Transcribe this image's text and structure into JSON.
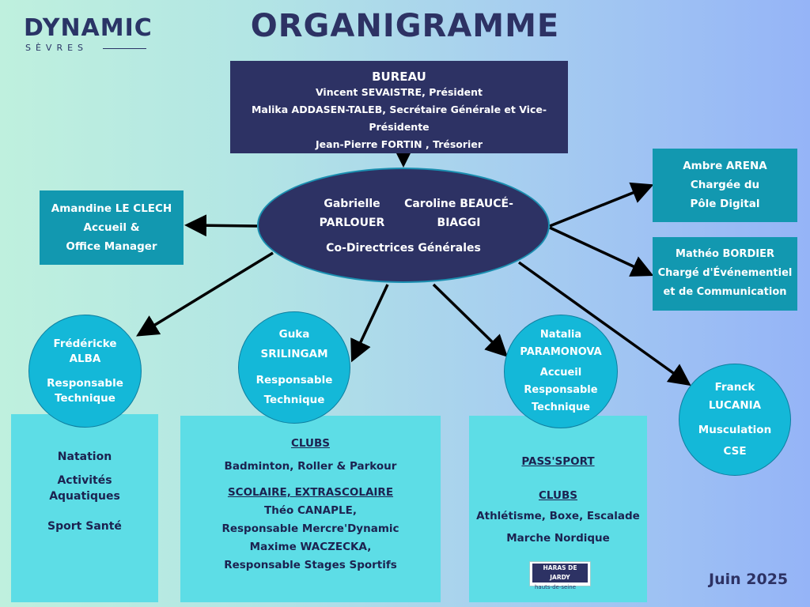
{
  "logo": {
    "main": "DYNAMIC",
    "sub": "SÈVRES"
  },
  "title": "ORGANIGRAMME",
  "bureau": {
    "heading": "BUREAU",
    "members": [
      "Vincent SEVAISTRE, Président",
      "Malika ADDASEN-TALEB, Secrétaire Générale et Vice-Présidente",
      "Jean-Pierre FORTIN , Trésorier"
    ]
  },
  "direction": {
    "name1_l1": "Gabrielle",
    "name1_l2": "PARLOUER",
    "name2_l1": "Caroline BEAUCÉ-",
    "name2_l2": "BIAGGI",
    "role": "Co-Directrices Générales"
  },
  "amandine": {
    "l1": "Amandine LE CLECH",
    "l2": "Accueil &",
    "l3": "Office Manager"
  },
  "ambre": {
    "l1": "Ambre ARENA",
    "l2": "Chargée du",
    "l3": "Pôle Digital"
  },
  "matheo": {
    "l1": "Mathéo BORDIER",
    "l2": "Chargé d'Événementiel",
    "l3": "et de Communication"
  },
  "frederick": {
    "l1": "Frédéricke",
    "l2": "ALBA",
    "l3": "Responsable",
    "l4": "Technique"
  },
  "guka": {
    "l1": "Guka",
    "l2": "SRILINGAM",
    "l3": "Responsable",
    "l4": "Technique"
  },
  "natalia": {
    "l1": "Natalia",
    "l2": "PARAMONOVA",
    "l3": "Accueil",
    "l4": "Responsable",
    "l5": "Technique"
  },
  "franck": {
    "l1": "Franck",
    "l2": "LUCANIA",
    "l3": "Musculation",
    "l4": "CSE"
  },
  "panel1": {
    "a": "Natation",
    "b1": "Activités",
    "b2": "Aquatiques",
    "c": "Sport Santé"
  },
  "panel2": {
    "clubs_h": "CLUBS",
    "clubs": "Badminton, Roller & Parkour",
    "scol_h": "SCOLAIRE, EXTRASCOLAIRE",
    "p1": "Théo CANAPLE,",
    "p2": "Responsable Mercre'Dynamic",
    "p3": "Maxime WACZECKA,",
    "p4": "Responsable Stages Sportifs"
  },
  "panel3": {
    "pass_h": "PASS'SPORT",
    "clubs_h": "CLUBS",
    "c1": "Athlétisme, Boxe, Escalade",
    "c2": "Marche Nordique",
    "logo_l1": "HARAS DE JARDY",
    "logo_l2": "hauts-de-seine"
  },
  "date": "Juin 2025",
  "colors": {
    "navy": "#2d3264",
    "teal": "#1298b0",
    "cyan": "#14b8d8",
    "panel": "#5ddde6"
  }
}
